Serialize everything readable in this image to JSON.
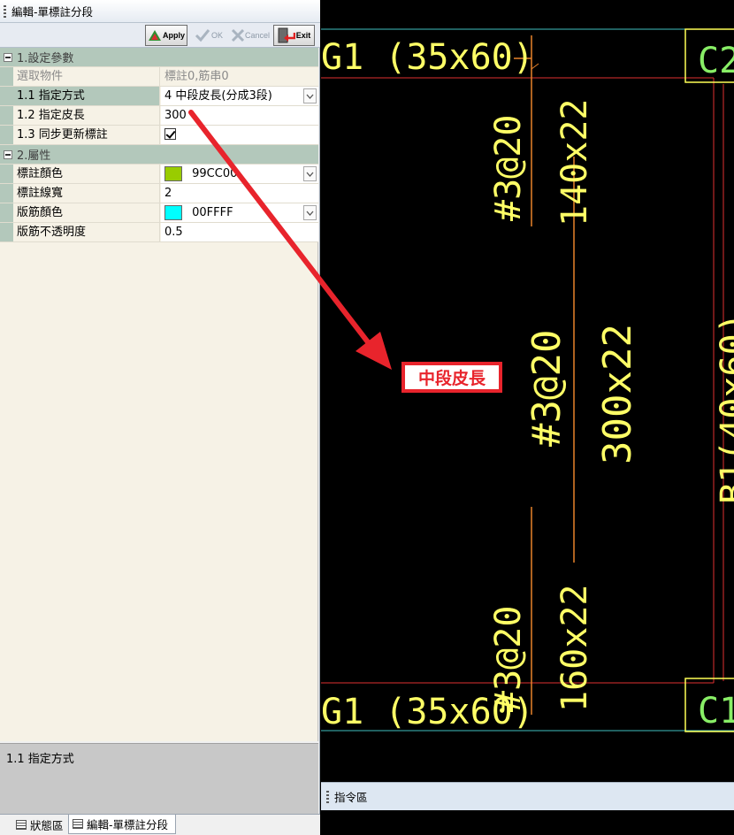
{
  "panel": {
    "title": "編輯-單標註分段",
    "toolbar": {
      "apply": "Apply",
      "ok": "OK",
      "cancel": "Cancel",
      "exit": "Exit"
    }
  },
  "grid": {
    "category1": "1.設定參數",
    "rows1": [
      {
        "name": "選取物件",
        "value": "標註0,筋串0"
      },
      {
        "name": "1.1 指定方式",
        "value": "4 中段皮長(分成3段)"
      },
      {
        "name": "1.2 指定皮長",
        "value": "300"
      },
      {
        "name": "1.3 同步更新標註",
        "value": ""
      }
    ],
    "category2": "2.屬性",
    "rows2": [
      {
        "name": "標註顏色",
        "value": "99CC00",
        "color": "#99CC00"
      },
      {
        "name": "標註線寬",
        "value": "2"
      },
      {
        "name": "版筋顏色",
        "value": "00FFFF",
        "color": "#00FFFF"
      },
      {
        "name": "版筋不透明度",
        "value": "0.5"
      }
    ]
  },
  "description": {
    "text": "1.1 指定方式"
  },
  "tabs": {
    "status": "狀態區",
    "edit": "編輯-單標註分段"
  },
  "command": {
    "title": "指令區"
  },
  "cad": {
    "beam_top": "G1 (35x60)",
    "beam_bottom": "G1 (35x60)",
    "upper_bar": "#3@20",
    "upper_len": "140x22",
    "mid_bar": "#3@20",
    "mid_len": "300x22",
    "lower_bar": "#3@20",
    "lower_len": "160x22",
    "right_top": "C2",
    "right_bottom": "C1",
    "right_side": "B1(40x60)"
  },
  "callout": {
    "text": "中段皮長"
  },
  "colors": {
    "annotation_yellow": "#FFFF66",
    "cad_orange": "#E8822A",
    "cad_red": "#E03030",
    "callout_red": "#E8242C"
  }
}
